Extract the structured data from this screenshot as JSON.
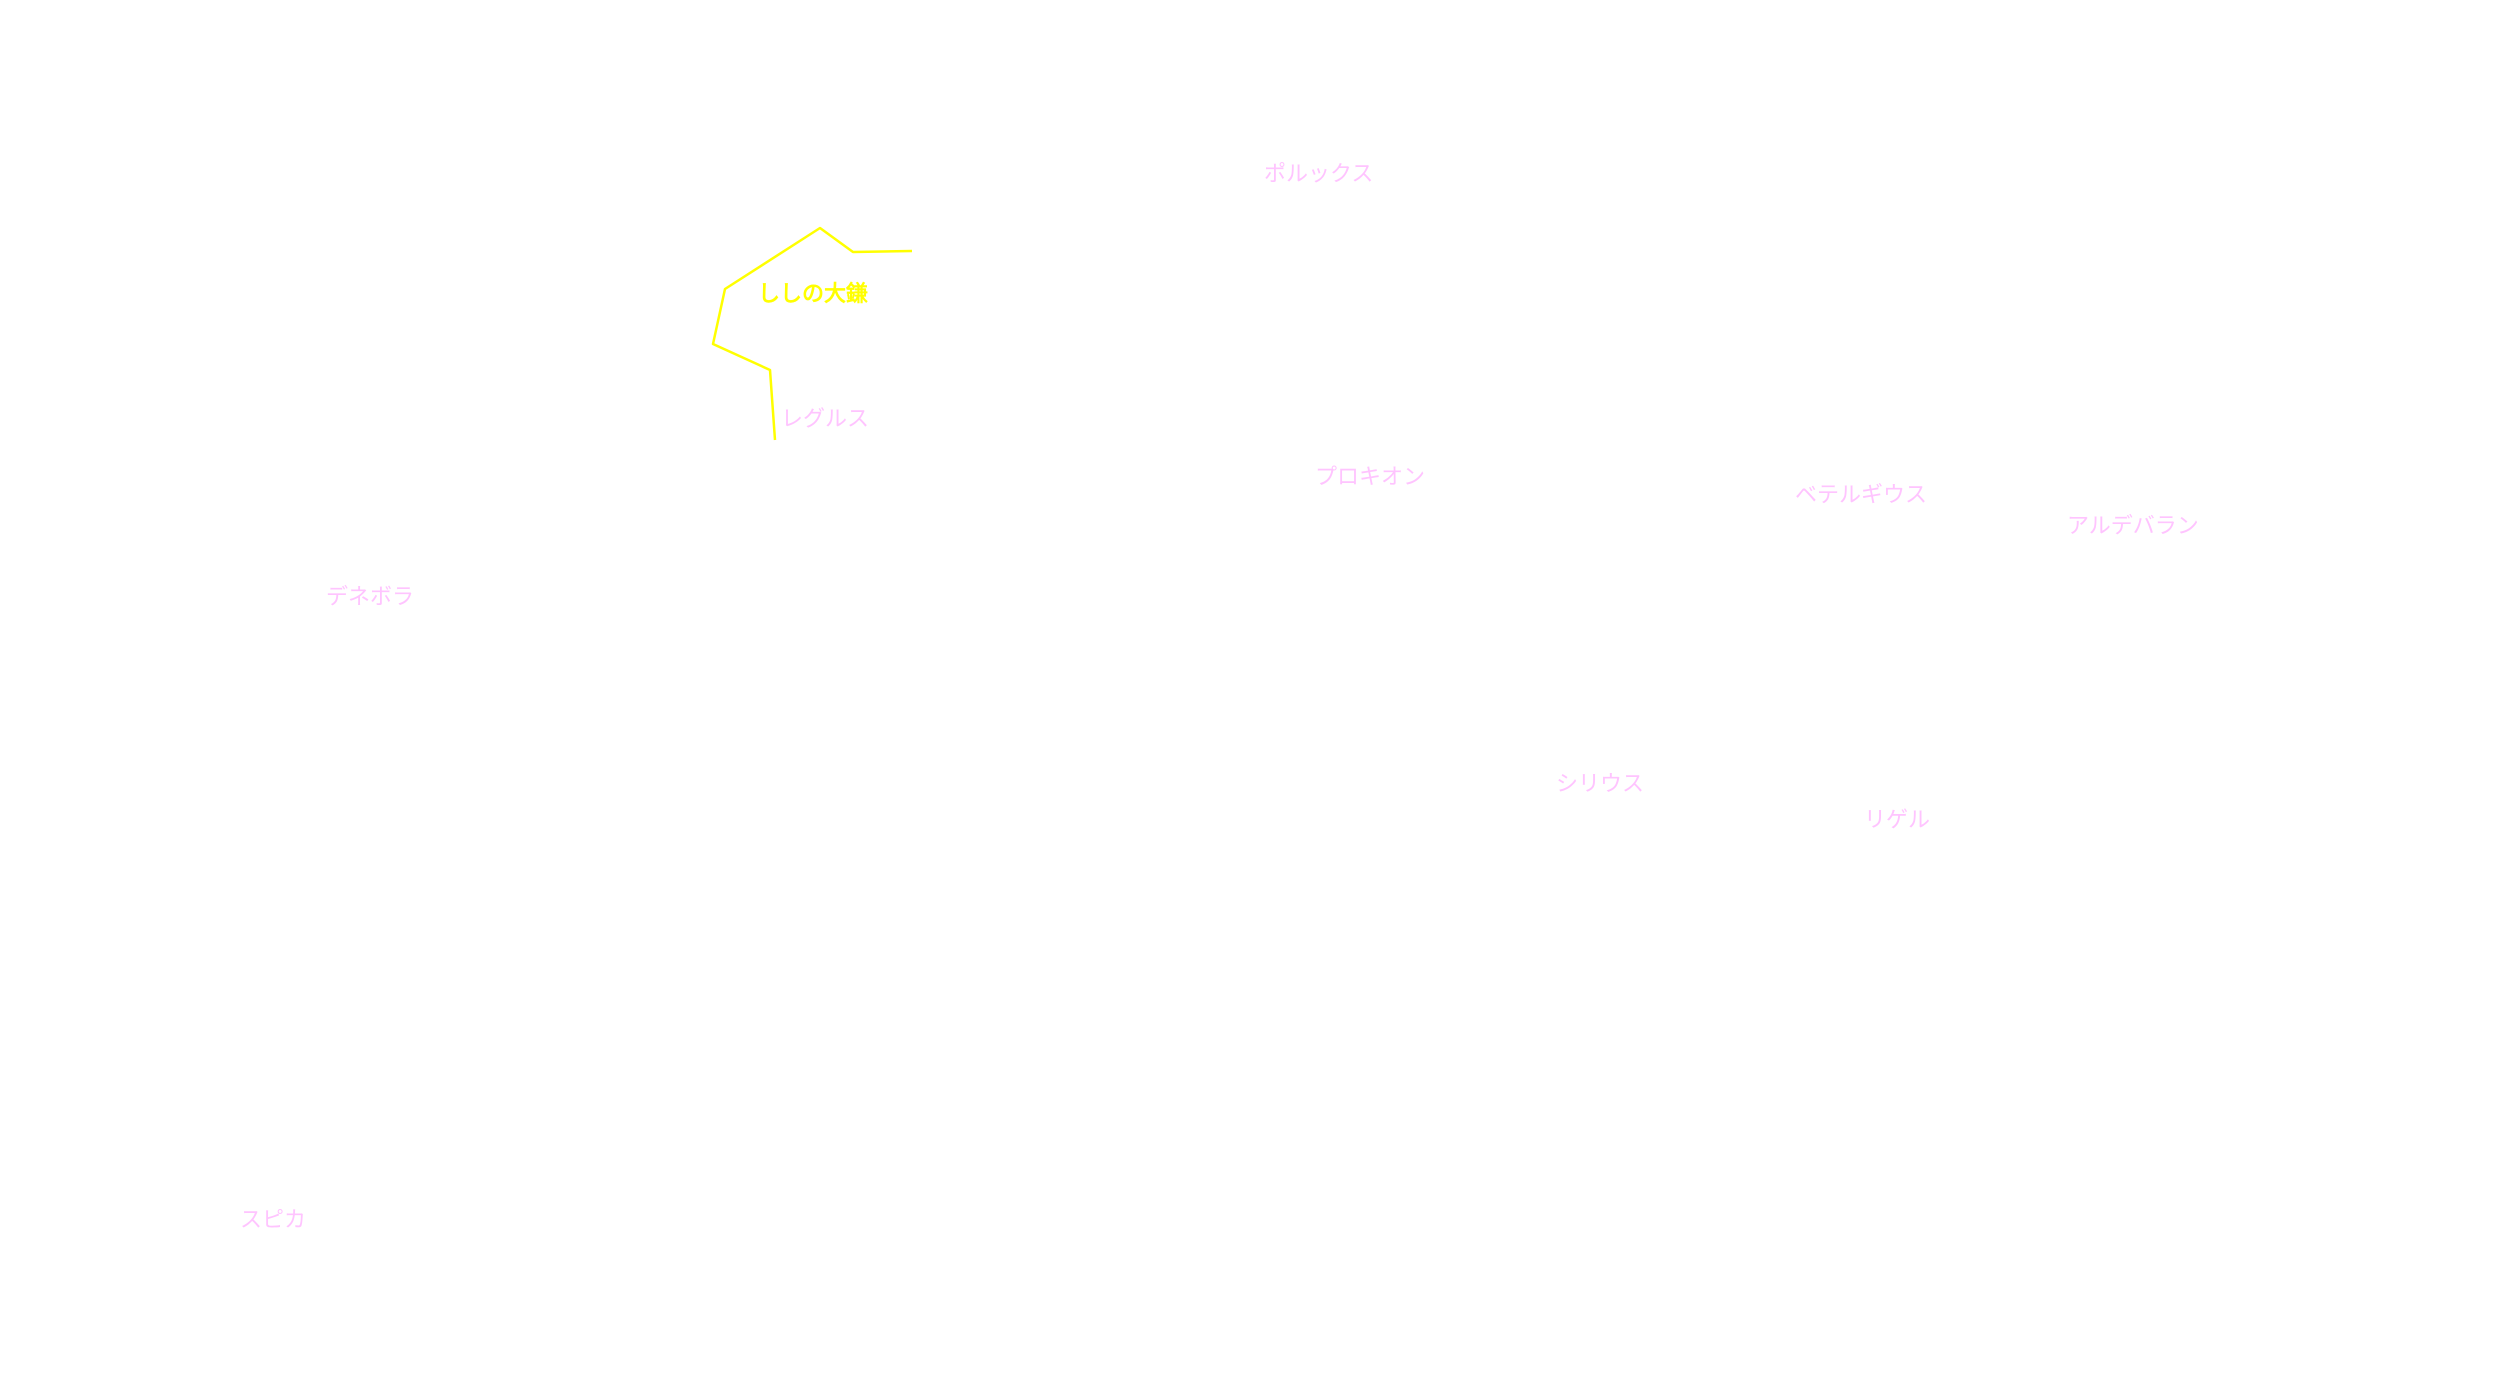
{
  "colors": {
    "background": "#ffffff",
    "star_label": "#ffc4ff",
    "constellation_line": "#ffff00",
    "constellation_label": "#ffff00"
  },
  "stars": {
    "pollux": "ポルックス",
    "regulus": "レグルス",
    "procyon": "プロキオン",
    "betelgeuse": "ベテルギウス",
    "aldebaran": "アルデバラン",
    "denebola": "デネボラ",
    "sirius": "シリウス",
    "rigel": "リゲル",
    "spica": "スピカ"
  },
  "asterisms": {
    "sickle_of_leo": "ししの大鎌"
  }
}
